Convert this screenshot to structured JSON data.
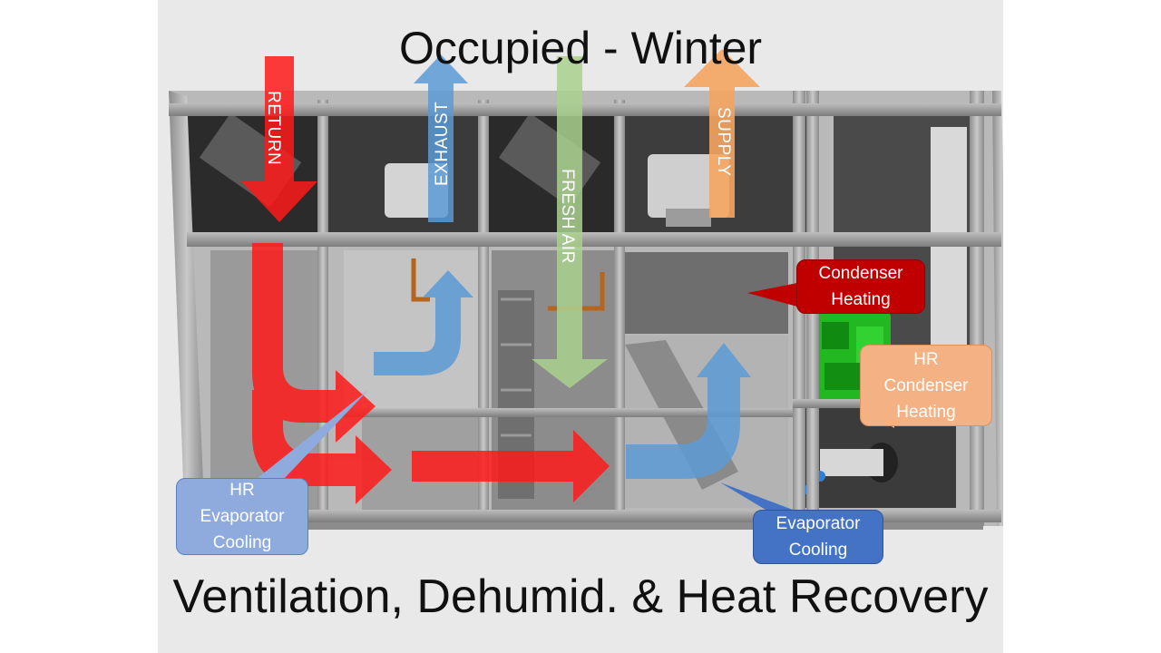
{
  "title": "Occupied - Winter",
  "subtitle": "Ventilation, Dehumid. & Heat Recovery",
  "arrows": {
    "return": "RETURN",
    "exhaust": "EXHAUST",
    "fresh_air": "FRESH AIR",
    "supply": "SUPPLY"
  },
  "callouts": {
    "condenser_heating": [
      "Condenser",
      "Heating"
    ],
    "hr_condenser_heating": [
      "HR",
      "Condenser",
      "Heating"
    ],
    "hr_evaporator_cooling": [
      "HR",
      "Evaporator",
      "Cooling"
    ],
    "evaporator_cooling": [
      "Evaporator",
      "Cooling"
    ]
  },
  "colors": {
    "return_arrow": "#ff1a1a",
    "exhaust_arrow": "#5b9bd5",
    "fresh_air_arrow": "#a9d18e",
    "supply_arrow": "#f4a460",
    "condenser_heating": "#c00000",
    "hr_condenser_heating": "#f4b183",
    "hr_evaporator_cooling": "#8faadc",
    "evaporator_cooling": "#4472c4",
    "compressor": "#22b822"
  }
}
